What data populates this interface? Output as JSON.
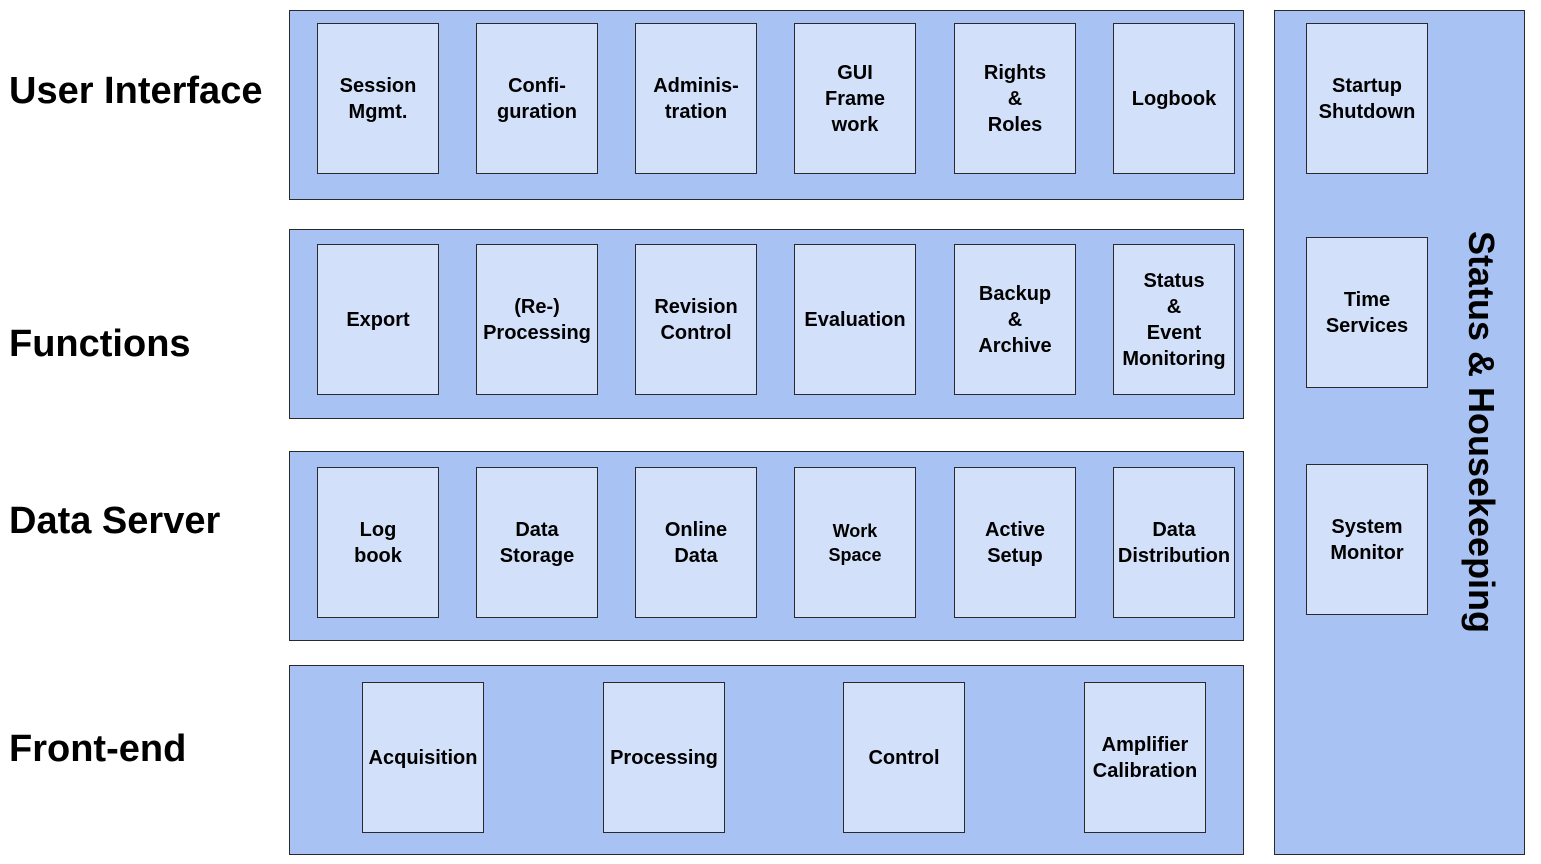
{
  "layers": {
    "user_interface": {
      "label": "User Interface",
      "modules": [
        "Session\nMgmt.",
        "Confi-\nguration",
        "Adminis-\ntration",
        "GUI\nFrame\nwork",
        "Rights\n&\nRoles",
        "Logbook"
      ]
    },
    "functions": {
      "label": "Functions",
      "modules": [
        "Export",
        "(Re-)\nProcessing",
        "Revision\nControl",
        "Evaluation",
        "Backup\n&\nArchive",
        "Status\n&\nEvent\nMonitoring"
      ]
    },
    "data_server": {
      "label": "Data Server",
      "modules": [
        "Log\nbook",
        "Data\nStorage",
        "Online\nData",
        "Work\nSpace",
        "Active\nSetup",
        "Data\nDistribution"
      ]
    },
    "front_end": {
      "label": "Front-end",
      "modules": [
        "Acquisition",
        "Processing",
        "Control",
        "Amplifier\nCalibration"
      ]
    }
  },
  "housekeeping": {
    "title": "Status & Housekeeping",
    "modules": [
      "Startup\nShutdown",
      "Time\nServices",
      "System\nMonitor"
    ]
  },
  "colors": {
    "panel": "#a9c2f4",
    "module": "#d3e0f9",
    "border": "#2a2a2a"
  }
}
